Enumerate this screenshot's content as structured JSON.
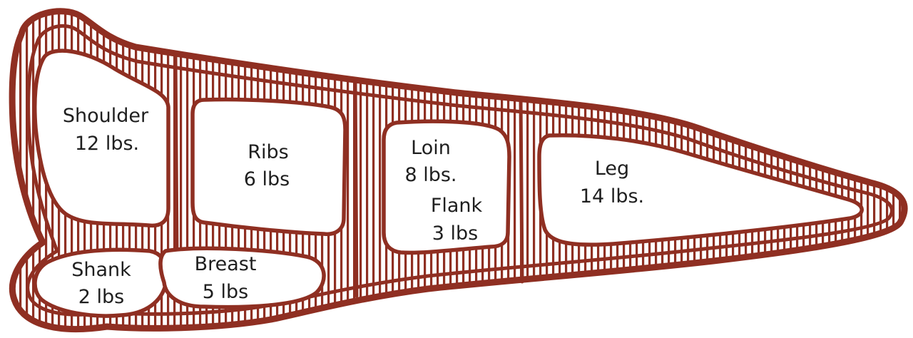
{
  "diagram": {
    "colors": {
      "outline": "#8f2f22",
      "background": "#ffffff",
      "text": "#1f1f1f"
    },
    "cuts": [
      {
        "id": "shoulder",
        "name": "Shoulder",
        "weight": "12 lbs."
      },
      {
        "id": "ribs",
        "name": "Ribs",
        "weight": "6 lbs"
      },
      {
        "id": "loin",
        "name": "Loin",
        "weight": "8 lbs."
      },
      {
        "id": "flank",
        "name": "Flank",
        "weight": "3 lbs"
      },
      {
        "id": "leg",
        "name": "Leg",
        "weight": "14 lbs."
      },
      {
        "id": "shank",
        "name": "Shank",
        "weight": "2 lbs"
      },
      {
        "id": "breast",
        "name": "Breast",
        "weight": "5 lbs"
      }
    ]
  }
}
